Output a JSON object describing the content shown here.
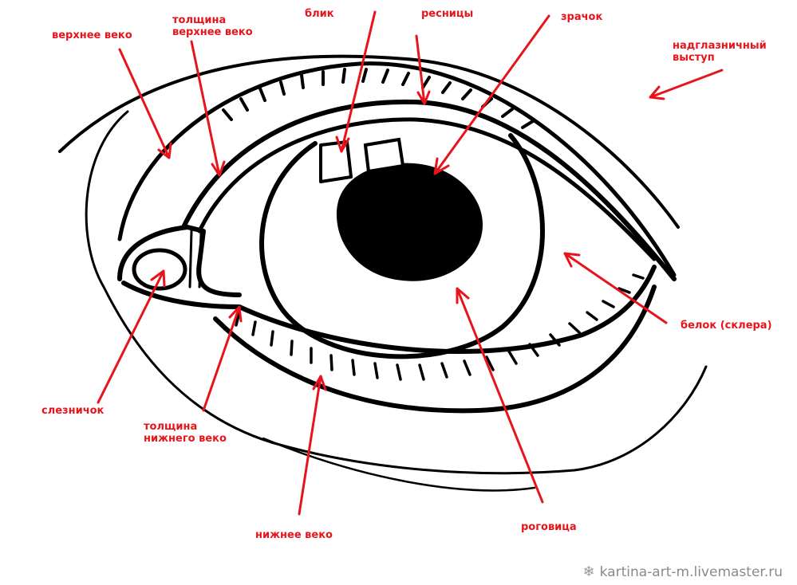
{
  "labels": {
    "upper_eyelid": "верхнее веко",
    "upper_eyelid_thickness": "толщина\nверхнее веко",
    "highlight": "блик",
    "eyelashes": "ресницы",
    "pupil": "зрачок",
    "brow_ridge": "надглазничный\nвыступ",
    "sclera": "белок (склера)",
    "lacrimal": "слезничок",
    "lower_eyelid_thickness": "толщина\nнижнего веко",
    "lower_eyelid": "нижнее веко",
    "cornea": "роговица"
  },
  "watermark": {
    "icon": "snowflake-icon",
    "text": "kartina-art-m.livemaster.ru"
  },
  "colors": {
    "label": "#e8141b",
    "ink": "#000000",
    "watermark": "#8a8a8a"
  }
}
